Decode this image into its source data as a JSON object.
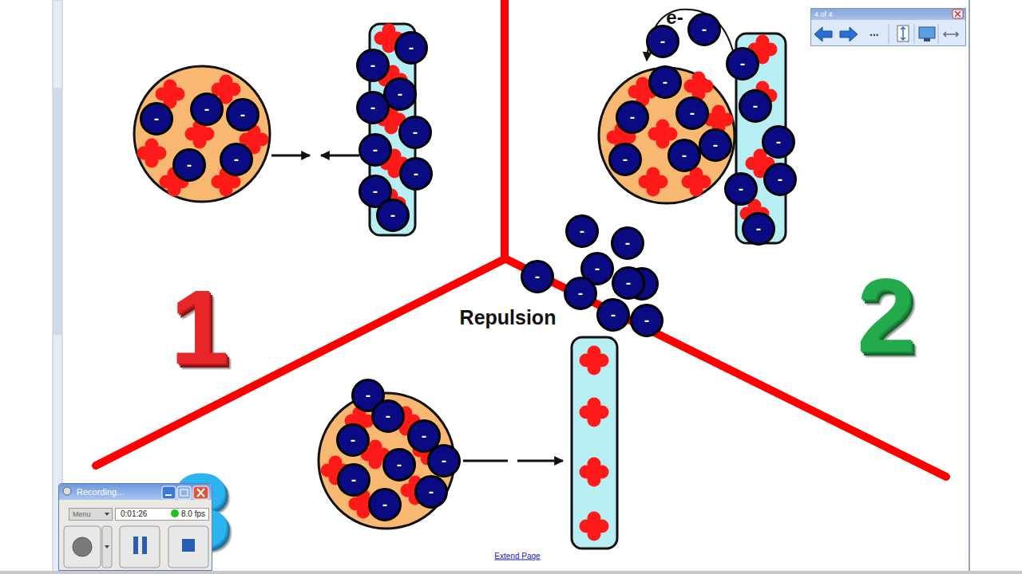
{
  "diagram": {
    "nodes": [
      {
        "text": [
          "-"
        ]
      },
      {
        "text": [
          "-"
        ]
      },
      {
        "text": [
          "-"
        ]
      },
      {
        "text": [
          "-"
        ]
      },
      {
        "text": [
          "-"
        ]
      },
      {
        "text": [
          "-"
        ]
      },
      {
        "text": [
          "-"
        ]
      },
      {
        "text": [
          "-"
        ]
      },
      {
        "text": [
          "-"
        ]
      },
      {
        "text": [
          "-"
        ]
      },
      {
        "text": [
          "-"
        ]
      },
      {
        "text": [
          "-"
        ]
      },
      {
        "text": [
          "-"
        ]
      },
      {
        "text": [
          "-"
        ]
      },
      {
        "text": [
          "-"
        ]
      },
      {
        "text": [
          "-"
        ]
      },
      {
        "text": [
          "-"
        ]
      },
      {
        "text": [
          "-"
        ]
      },
      {
        "text": [
          "-"
        ]
      },
      {
        "text": [
          "-"
        ]
      },
      {
        "text": [
          "-"
        ]
      },
      {
        "text": [
          "-"
        ]
      },
      {
        "text": [
          "-"
        ]
      },
      {
        "text": [
          "-"
        ]
      },
      {
        "text": [
          "-"
        ]
      },
      {
        "text": [
          "-"
        ]
      },
      {
        "text": [
          "-"
        ]
      },
      {
        "text": [
          "-"
        ]
      },
      {
        "text": [
          "-"
        ]
      },
      {
        "text": [
          "-"
        ]
      },
      {
        "text": [
          "-"
        ]
      },
      {
        "text": [
          "-"
        ]
      },
      {
        "text": [
          "-"
        ]
      },
      {
        "text": [
          "-"
        ]
      },
      {
        "text": [
          "-"
        ]
      },
      {
        "text": [
          "-"
        ]
      },
      {
        "text": [
          "-"
        ]
      },
      {
        "text": [
          "-"
        ]
      },
      {
        "text": [
          "-"
        ]
      },
      {
        "text": [
          "-"
        ]
      },
      {
        "text": [
          "-"
        ]
      },
      {
        "text": [
          "-"
        ]
      },
      {
        "text": [
          "-"
        ]
      },
      {
        "text": [
          "-"
        ]
      },
      {
        "text": [
          "-"
        ]
      },
      {
        "text": [
          "-"
        ]
      },
      {
        "text": [
          "4 of 4",
          "..."
        ]
      },
      {
        "text": [
          "Recording..."
        ]
      },
      {
        "text": [
          "Menu"
        ],
        "in": 47
      },
      {
        "text": [
          "0:01:26",
          "8.0 fps"
        ],
        "in": 47
      }
    ],
    "labels": [
      "e-",
      "1",
      "Repulsion",
      "2",
      "3",
      "Extend Page"
    ]
  }
}
